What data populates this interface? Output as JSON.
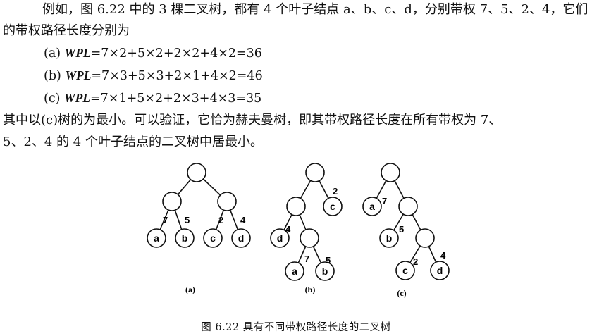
{
  "paragraph": {
    "line1": "例如，图 6.22 中的 3 棵二叉树，都有 4 个叶子结点 a、b、c、d，分别带权 7、5、2、4，它们",
    "line2": "的带权路径长度分别为",
    "line6": "其中以(c)树的为最小。可以验证，它恰为赫夫曼树，即其带权路径长度在所有带权为 7、",
    "line7": "5、2、4 的 4 个叶子结点的二叉树中居最小。"
  },
  "formulas": [
    {
      "label": "(a)",
      "wpl": "WPL",
      "expr": "=7×2+5×2+2×2+4×2=36"
    },
    {
      "label": "(b)",
      "wpl": "WPL",
      "expr": "=7×3+5×3+2×1+4×2=46"
    },
    {
      "label": "(c)",
      "wpl": "WPL",
      "expr": "=7×1+5×2+2×3+4×3=35"
    }
  ],
  "trees": {
    "a": {
      "label": "(a)",
      "leaves": [
        "a",
        "b",
        "c",
        "d"
      ],
      "weights": [
        "7",
        "5",
        "2",
        "4"
      ]
    },
    "b": {
      "label": "(b)",
      "leaves": [
        "c",
        "d",
        "a",
        "b"
      ],
      "weights": [
        "2",
        "4",
        "7",
        "5"
      ]
    },
    "c": {
      "label": "(c)",
      "leaves": [
        "a",
        "b",
        "c",
        "d"
      ],
      "weights": [
        "7",
        "5",
        "2",
        "4"
      ]
    }
  },
  "caption": "图 6.22   具有不同带权路径长度的二叉树"
}
